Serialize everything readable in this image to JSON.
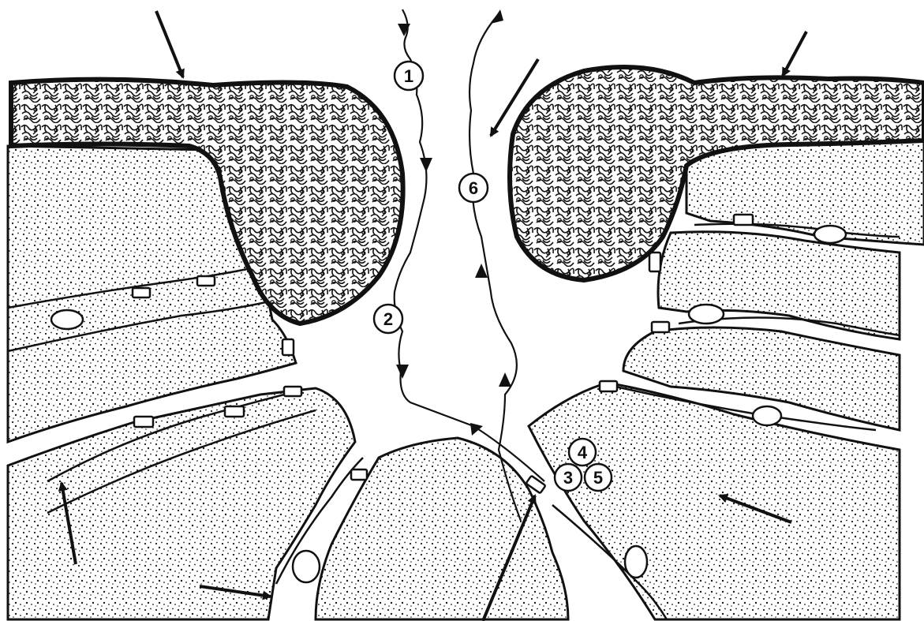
{
  "colors": {
    "ink": "#111111",
    "paper": "#ffffff",
    "stipple": "#1a1a1a"
  },
  "markers": {
    "m1": "1",
    "m2": "2",
    "m3": "3",
    "m4": "4",
    "m5": "5",
    "m6": "6"
  }
}
